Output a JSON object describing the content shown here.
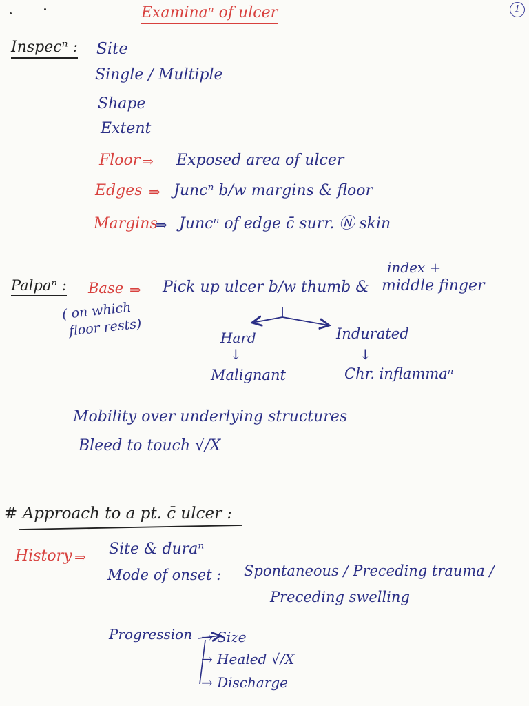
{
  "page_number": "1",
  "title": "Examinaⁿ of ulcer",
  "inspection": {
    "label": "Inspecⁿ :",
    "items": [
      "Site",
      "Single / Multiple",
      "Shape",
      "Extent"
    ],
    "floor": {
      "term": "Floor",
      "arrow": "⇒",
      "def": "Exposed area of ulcer"
    },
    "edges": {
      "term": "Edges",
      "arrow": "⇒",
      "def": "Juncⁿ b/w margins & floor"
    },
    "margins": {
      "term": "Margins",
      "arrow": "⇒",
      "def": "Juncⁿ of edge c̄ surr. Ⓝ skin"
    }
  },
  "palpation": {
    "label": "Palpaⁿ :",
    "base_term": "Base",
    "arrow": "⇒",
    "base_def": "Pick up ulcer b/w thumb &",
    "index_note": "index +",
    "middle_finger": "middle finger",
    "paren_line1": "( on which",
    "paren_line2": "floor rests)",
    "branch_left": "Hard",
    "branch_right": "Indurated",
    "down_arrow": "↓",
    "result_left": "Malignant",
    "result_right": "Chr. inflammaⁿ",
    "mobility": "Mobility over underlying structures",
    "bleed": "Bleed to touch √/X"
  },
  "approach": {
    "heading": "# Approach to a pt. c̄ ulcer :",
    "history_label": "History",
    "arrow": "⇒",
    "site_duration": "Site & duraⁿ",
    "mode_label": "Mode of onset :",
    "mode_options": "Spontaneous / Preceding trauma /",
    "mode_option_2": "Preceding swelling",
    "progression_label": "Progression",
    "progression_items": [
      "→ Size",
      "→ Healed √/X",
      "→ Discharge"
    ]
  }
}
